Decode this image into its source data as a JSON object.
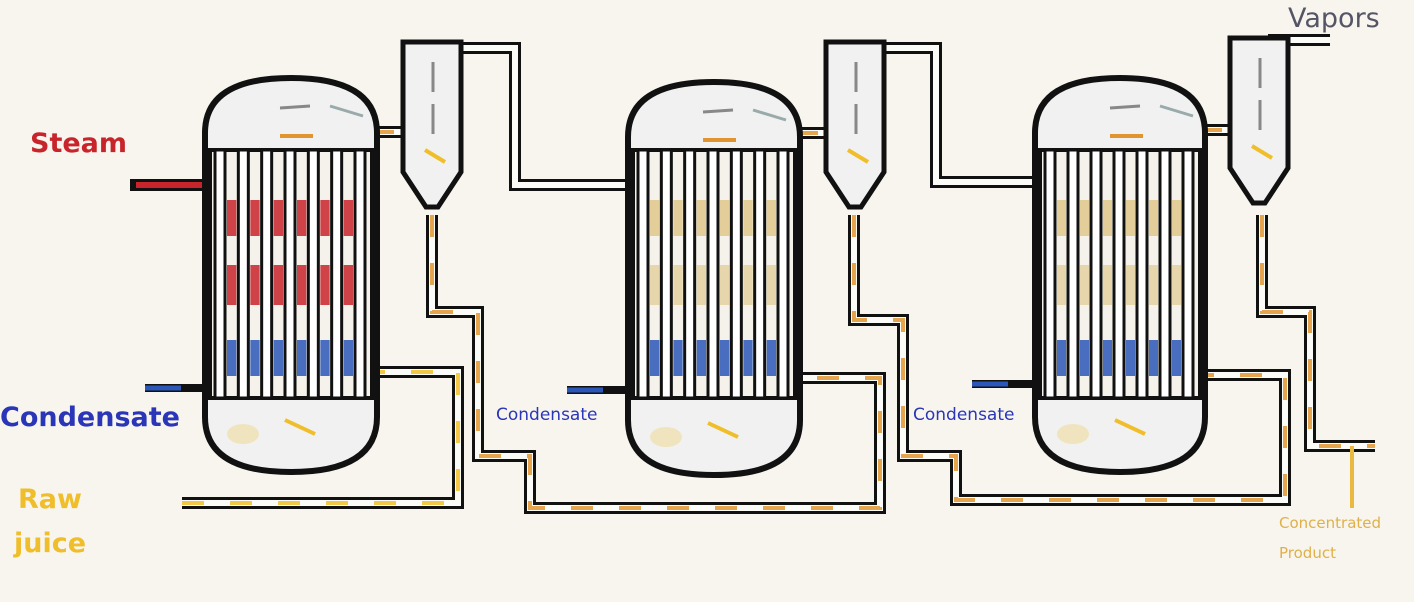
{
  "labels": {
    "steam": "Steam",
    "condensate_main": "Condensate",
    "condensate_2": "Condensate",
    "condensate_3": "Condensate",
    "raw_juice_line1": "Raw",
    "raw_juice_line2": "juice",
    "vapors": "Vapors",
    "product_line1": "Concentrated",
    "product_line2": "Product"
  },
  "colors": {
    "background": "#f7f5ee",
    "outline": "#111111",
    "vessel_fill": "#f1f1f1",
    "steam": "#c8242b",
    "condensate": "#2a57b8",
    "juice": "#f0be2a",
    "vapor_pipe": "#e09530"
  },
  "effects": [
    {
      "name": "effect-1",
      "heating": "steam"
    },
    {
      "name": "effect-2",
      "heating": "vapor"
    },
    {
      "name": "effect-3",
      "heating": "vapor"
    }
  ]
}
